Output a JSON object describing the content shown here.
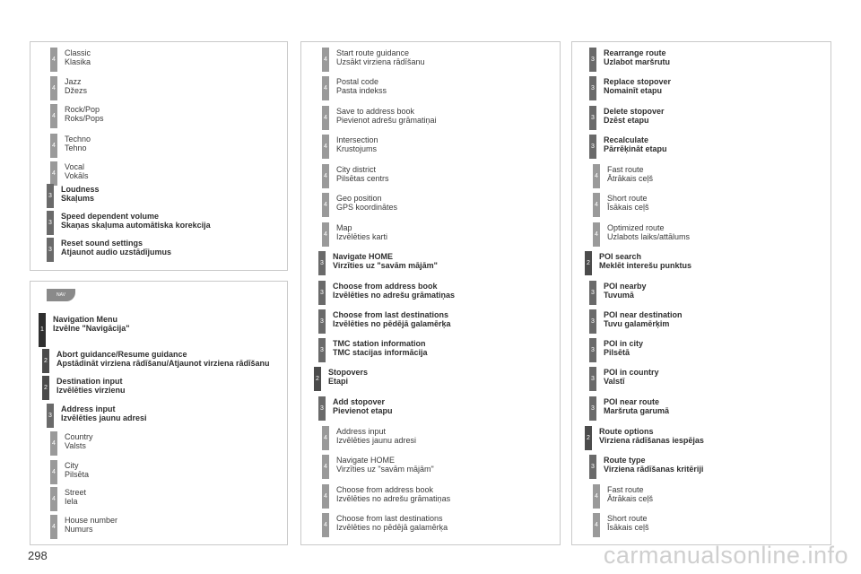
{
  "page_number": "298",
  "watermark": "carmanualsonline.info",
  "nav_icon_label": "NAV",
  "panels": {
    "audio": [
      {
        "level": "4",
        "en": "Classic",
        "lv": "Klasika",
        "bold": false
      },
      {
        "level": "4",
        "en": "Jazz",
        "lv": "Džezs",
        "bold": false
      },
      {
        "level": "4",
        "en": "Rock/Pop",
        "lv": "Roks/Pops",
        "bold": false
      },
      {
        "level": "4",
        "en": "Techno",
        "lv": "Tehno",
        "bold": false
      },
      {
        "level": "4",
        "en": "Vocal",
        "lv": "Vokāls",
        "bold": false
      },
      {
        "level": "3",
        "en": "Loudness",
        "lv": "Skaļums",
        "bold": true
      },
      {
        "level": "3",
        "en": "Speed dependent volume",
        "lv": "Skaņas skaļuma automātiska korekcija",
        "bold": true
      },
      {
        "level": "3",
        "en": "Reset sound settings",
        "lv": "Atjaunot audio uzstādījumus",
        "bold": true
      }
    ],
    "navigation": [
      {
        "level": "1",
        "en": "Navigation Menu",
        "lv": "Izvēlne \"Navigācija\"",
        "bold": true
      },
      {
        "level": "2",
        "en": "Abort guidance/Resume guidance",
        "lv": "Apstādināt virziena rādīšanu/Atjaunot virziena rādīšanu",
        "bold": true
      },
      {
        "level": "2",
        "en": "Destination input",
        "lv": "Izvēlēties virzienu",
        "bold": true
      },
      {
        "level": "3",
        "en": "Address input",
        "lv": "Izvēlēties jaunu adresi",
        "bold": true
      },
      {
        "level": "4",
        "en": "Country",
        "lv": "Valsts",
        "bold": false
      },
      {
        "level": "4",
        "en": "City",
        "lv": "Pilsēta",
        "bold": false
      },
      {
        "level": "4",
        "en": "Street",
        "lv": "Iela",
        "bold": false
      },
      {
        "level": "4",
        "en": "House number",
        "lv": "Numurs",
        "bold": false
      }
    ],
    "middle": [
      {
        "level": "4",
        "en": "Start route guidance",
        "lv": "Uzsākt virziena rādīšanu",
        "bold": false
      },
      {
        "level": "4",
        "en": "Postal code",
        "lv": "Pasta indekss",
        "bold": false
      },
      {
        "level": "4",
        "en": "Save to address book",
        "lv": "Pievienot adrešu grāmatiņai",
        "bold": false
      },
      {
        "level": "4",
        "en": "Intersection",
        "lv": "Krustojums",
        "bold": false
      },
      {
        "level": "4",
        "en": "City district",
        "lv": "Pilsētas centrs",
        "bold": false
      },
      {
        "level": "4",
        "en": "Geo position",
        "lv": "GPS koordinātes",
        "bold": false
      },
      {
        "level": "4",
        "en": "Map",
        "lv": "Izvēlēties karti",
        "bold": false
      },
      {
        "level": "3",
        "en": "Navigate HOME",
        "lv": "Virzīties uz \"savām mājām\"",
        "bold": true
      },
      {
        "level": "3",
        "en": "Choose from address book",
        "lv": "Izvēlēties no adrešu grāmatiņas",
        "bold": true
      },
      {
        "level": "3",
        "en": "Choose from last destinations",
        "lv": "Izvēlēties no pēdējā galamērķa",
        "bold": true
      },
      {
        "level": "3",
        "en": "TMC station information",
        "lv": "TMC stacijas informācija",
        "bold": true
      },
      {
        "level": "2",
        "en": "Stopovers",
        "lv": "Etapi",
        "bold": true
      },
      {
        "level": "3",
        "en": "Add stopover",
        "lv": "Pievienot etapu",
        "bold": true
      },
      {
        "level": "4",
        "en": "Address input",
        "lv": "Izvēlēties jaunu adresi",
        "bold": false
      },
      {
        "level": "4",
        "en": "Navigate HOME",
        "lv": "Virzīties uz \"savām mājām\"",
        "bold": false
      },
      {
        "level": "4",
        "en": "Choose from address book",
        "lv": "Izvēlēties no adrešu grāmatiņas",
        "bold": false
      },
      {
        "level": "4",
        "en": "Choose from last destinations",
        "lv": "Izvēlēties no pēdējā galamērķa",
        "bold": false
      }
    ],
    "right": [
      {
        "level": "3",
        "en": "Rearrange route",
        "lv": "Uzlabot maršrutu",
        "bold": true
      },
      {
        "level": "3",
        "en": "Replace stopover",
        "lv": "Nomainīt etapu",
        "bold": true
      },
      {
        "level": "3",
        "en": "Delete stopover",
        "lv": "Dzēst etapu",
        "bold": true
      },
      {
        "level": "3",
        "en": "Recalculate",
        "lv": "Pārrēķināt etapu",
        "bold": true
      },
      {
        "level": "4",
        "en": "Fast route",
        "lv": "Ātrākais ceļš",
        "bold": false
      },
      {
        "level": "4",
        "en": "Short route",
        "lv": "Īsākais ceļš",
        "bold": false
      },
      {
        "level": "4",
        "en": "Optimized route",
        "lv": "Uzlabots laiks/attālums",
        "bold": false
      },
      {
        "level": "2",
        "en": "POI search",
        "lv": "Meklēt interešu punktus",
        "bold": true
      },
      {
        "level": "3",
        "en": "POI nearby",
        "lv": "Tuvumā",
        "bold": true
      },
      {
        "level": "3",
        "en": "POI near destination",
        "lv": "Tuvu galamērķim",
        "bold": true
      },
      {
        "level": "3",
        "en": "POI in city",
        "lv": "Pilsētā",
        "bold": true
      },
      {
        "level": "3",
        "en": "POI in country",
        "lv": "Valstī",
        "bold": true
      },
      {
        "level": "3",
        "en": "POI near route",
        "lv": "Maršruta garumā",
        "bold": true
      },
      {
        "level": "2",
        "en": "Route options",
        "lv": "Virziena rādīšanas iespējas",
        "bold": true
      },
      {
        "level": "3",
        "en": "Route type",
        "lv": "Virziena rādīšanas kritēriji",
        "bold": true
      },
      {
        "level": "4",
        "en": "Fast route",
        "lv": "Ātrākais ceļš",
        "bold": false
      },
      {
        "level": "4",
        "en": "Short route",
        "lv": "Īsākais ceļš",
        "bold": false
      }
    ]
  }
}
